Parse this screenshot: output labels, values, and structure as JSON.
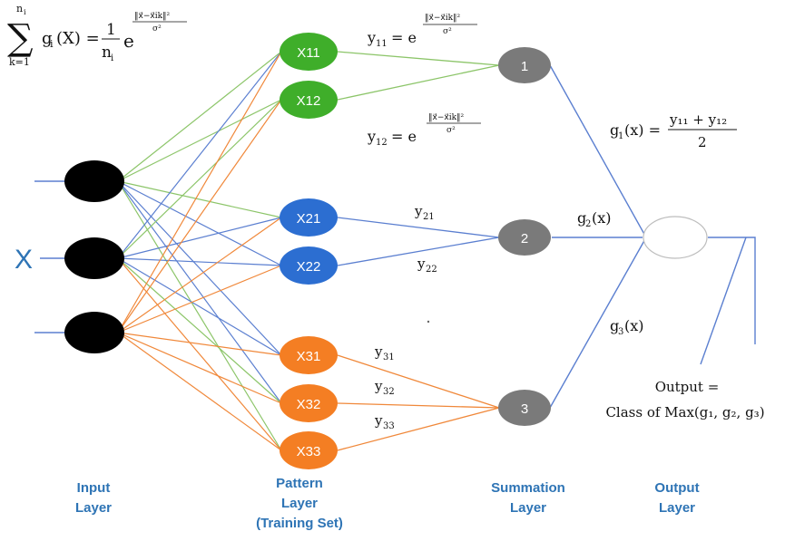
{
  "colors": {
    "green_line": "#8cc569",
    "blue_line": "#5b7fd0",
    "orange_line": "#f0883a",
    "green_node": "#3fae2a",
    "blue_node": "#2c6ed1",
    "orange_node": "#f47e23",
    "gray_node": "#7a7a7a",
    "input_node": "#000000",
    "label_blue": "#2e74b5",
    "right_line": "#5b7fd0"
  },
  "input_symbol": "X",
  "pattern_nodes": {
    "x11": "X11",
    "x12": "X12",
    "x21": "X21",
    "x22": "X22",
    "x31": "X31",
    "x32": "X32",
    "x33": "X33"
  },
  "summation_nodes": {
    "s1": "1",
    "s2": "2",
    "s3": "3"
  },
  "formulas": {
    "sum_top": "n",
    "sum_top_sub": "i",
    "sum_sigma": "∑",
    "sum_bottom": "k=1",
    "g_lhs": "g",
    "g_lhs_sub": "i",
    "g_lhs_arg": "(X) =",
    "frac_num": "1",
    "frac_den": "n",
    "frac_den_sub": "i",
    "exp_base": "e",
    "exp_num": "‖x⃗−x⃗ik‖²",
    "exp_den": "σ²",
    "y11_lhs": "y",
    "y11_sub": "11",
    "y11_eq": "= e",
    "y12_lhs": "y",
    "y12_sub": "12",
    "y12_eq": "= e",
    "g1_lhs": "g",
    "g1_sub": "1",
    "g1_arg": "(x) =",
    "g1_num": "y₁₁ + y₁₂",
    "g1_den": "2"
  },
  "edge_labels": {
    "y21": "y",
    "y21_sub": "21",
    "y22": "y",
    "y22_sub": "22",
    "y31": "y",
    "y31_sub": "31",
    "y32": "y",
    "y32_sub": "32",
    "y33": "y",
    "y33_sub": "33",
    "g2": "g",
    "g2_sub": "2",
    "g2_arg": "(x)",
    "g3": "g",
    "g3_sub": "3",
    "g3_arg": "(x)"
  },
  "output_text": {
    "line1": "Output =",
    "line2": "Class of Max(g₁,  g₂,  g₃)"
  },
  "layer_labels": {
    "input_1": "Input",
    "input_2": "Layer",
    "pattern_1": "Pattern",
    "pattern_2": "Layer",
    "pattern_3": "(Training Set)",
    "summation_1": "Summation",
    "summation_2": "Layer",
    "output_1": "Output",
    "output_2": "Layer"
  }
}
